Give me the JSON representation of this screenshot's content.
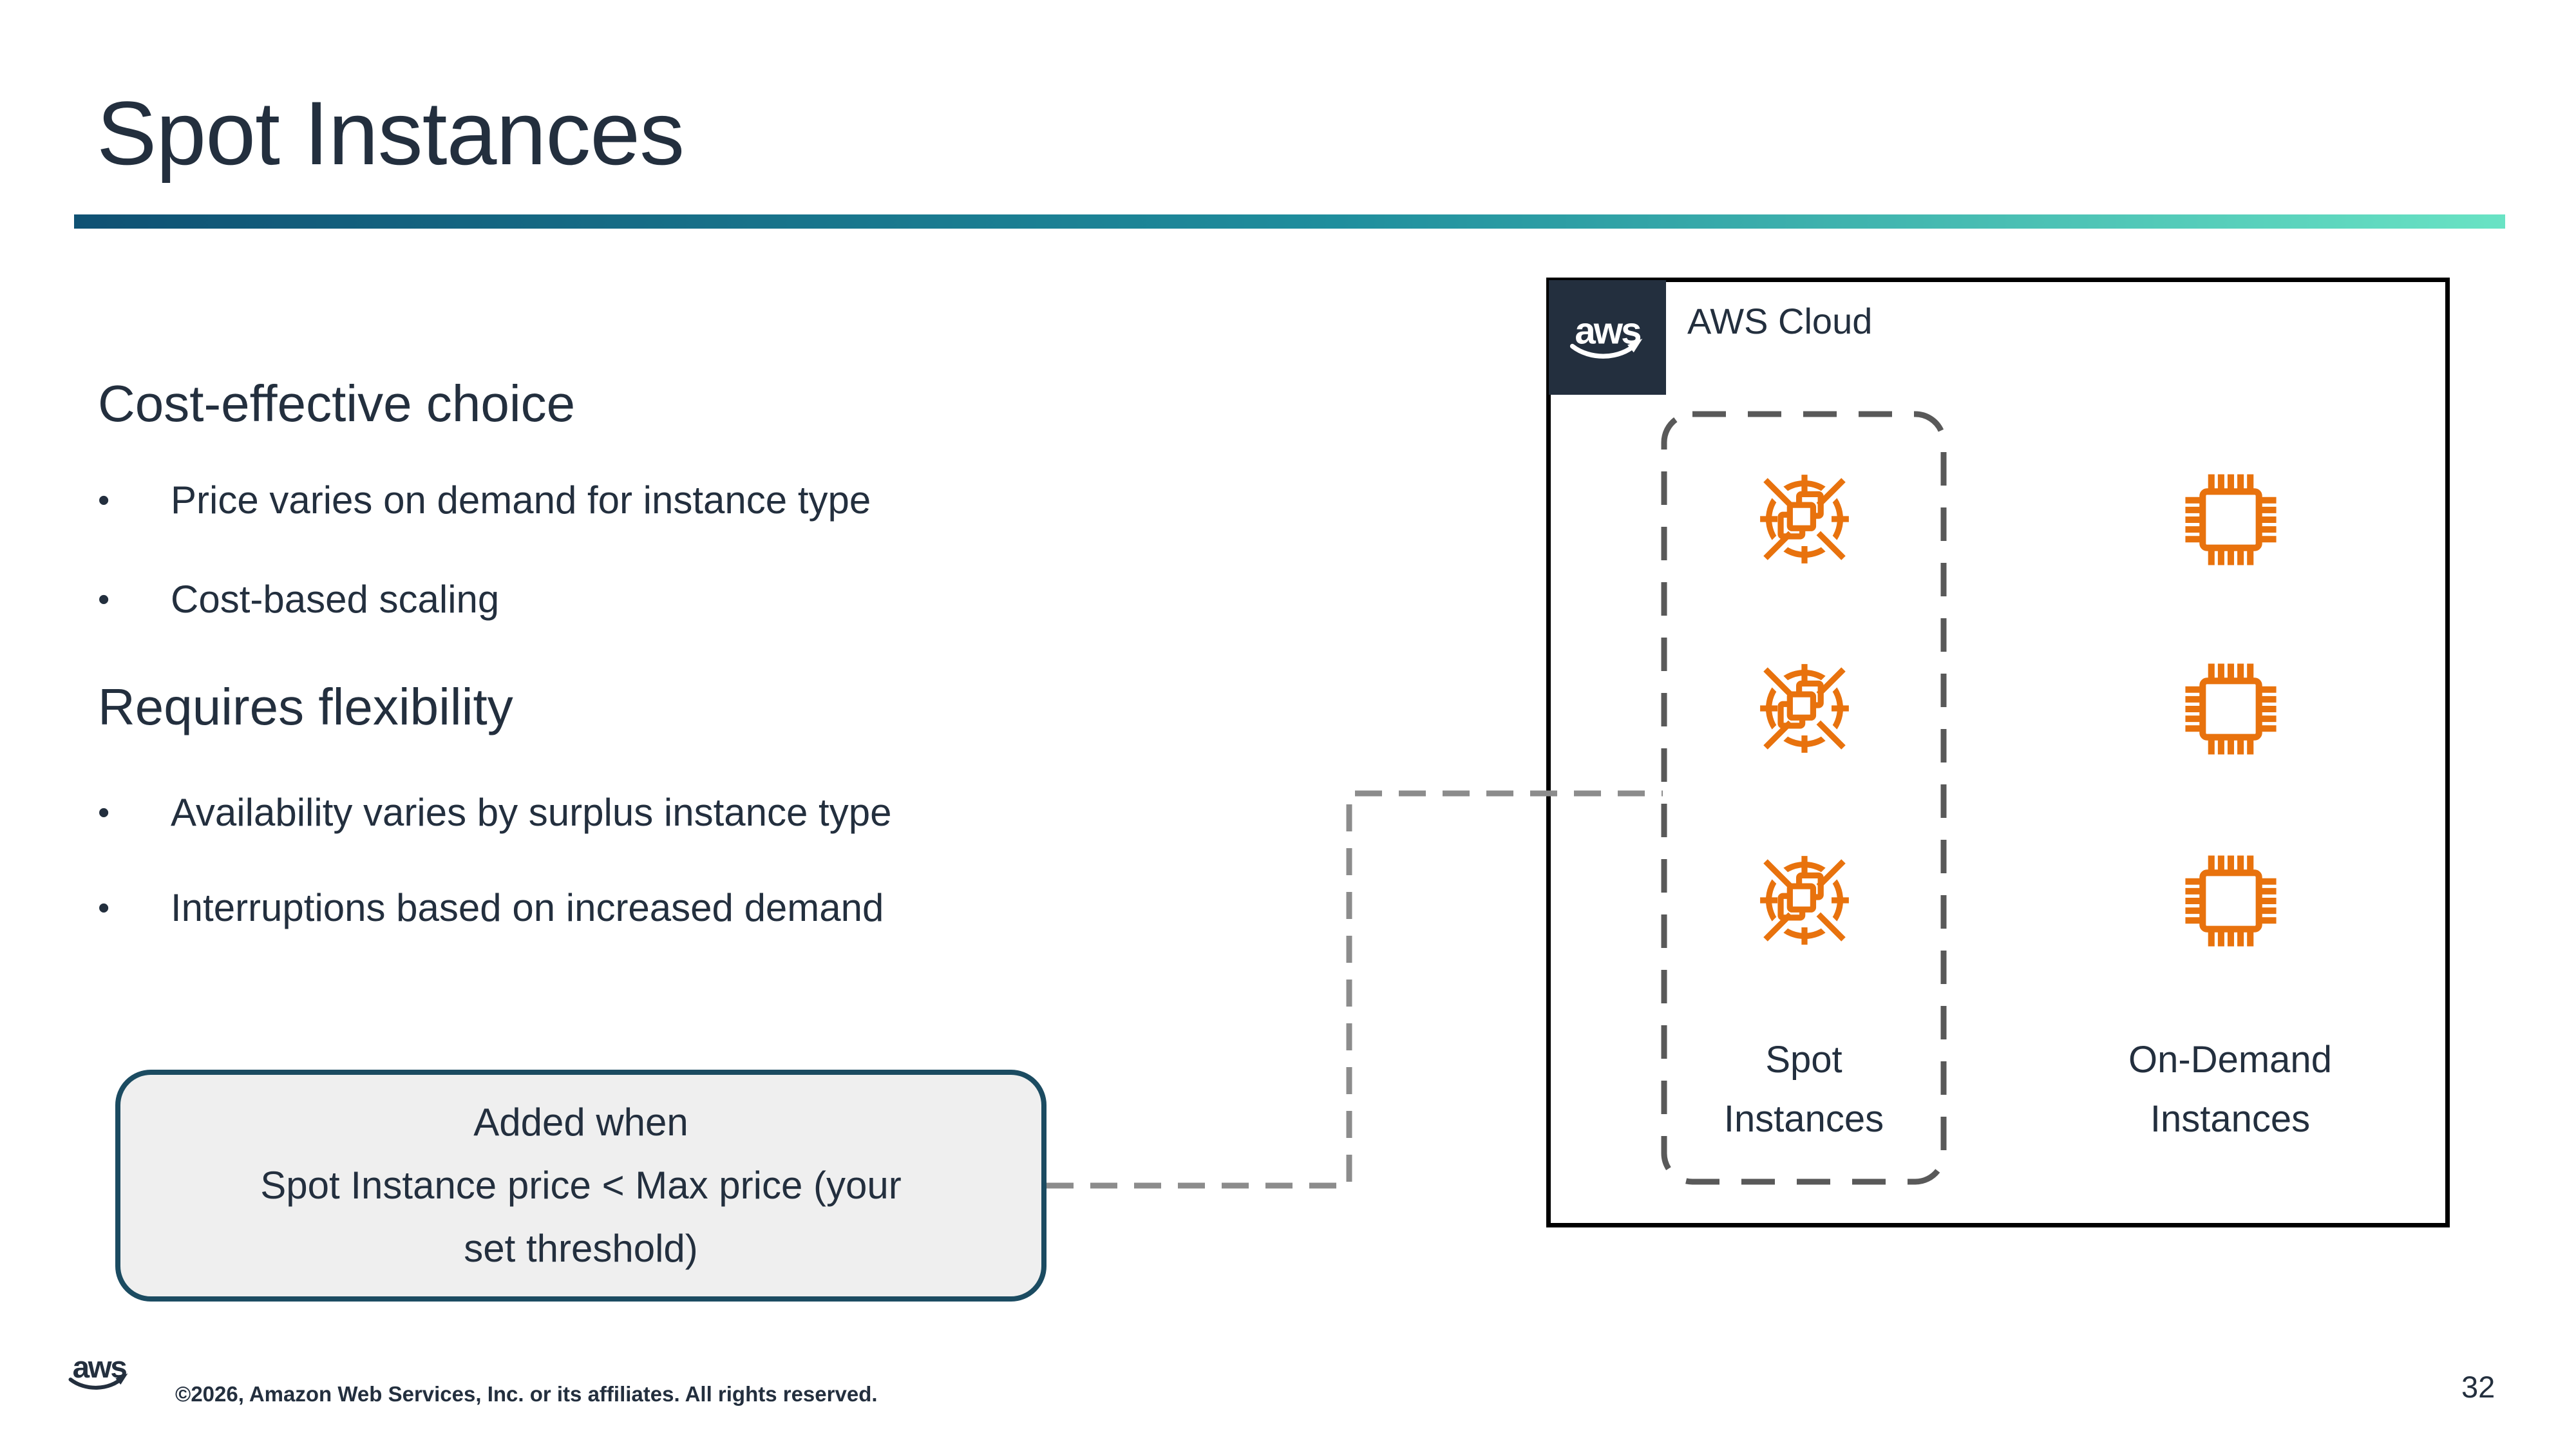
{
  "slide": {
    "title": "Spot Instances"
  },
  "content": {
    "sections": [
      {
        "heading": "Cost-effective choice",
        "bullet_glyph": "•",
        "bullets": [
          "Price varies on demand for instance type",
          "Cost-based scaling"
        ]
      },
      {
        "heading": "Requires flexibility",
        "bullet_glyph": "•",
        "bullets": [
          "Availability varies by surplus instance type",
          "Interruptions based on increased demand"
        ]
      }
    ],
    "callout": {
      "lines": [
        "Added when",
        "Spot Instance price < Max price (your",
        "set threshold)"
      ]
    }
  },
  "diagram": {
    "cloud_label": "AWS Cloud",
    "aws_logo_text": "aws",
    "spot_group": {
      "label_line1": "Spot",
      "label_line2": "Instances",
      "icon_count": 3
    },
    "on_demand_group": {
      "label_line1": "On-Demand",
      "label_line2": "Instances",
      "icon_count": 3
    }
  },
  "footer": {
    "copyright": "©2026, Amazon Web Services, Inc. or its affiliates. All rights reserved.",
    "page_number": "32"
  },
  "colors": {
    "navy": "#232F3E",
    "orange": "#E8720D",
    "gradient_start": "#0F5173",
    "gradient_mid": "#1F8E9D",
    "gradient_end": "#69E3C4",
    "cloud_border": "#000000",
    "group_dash_gray": "#595959",
    "connector_gray": "#8C8C8C",
    "callout_border": "#1B4B61",
    "callout_bg": "#EFEFEF"
  }
}
